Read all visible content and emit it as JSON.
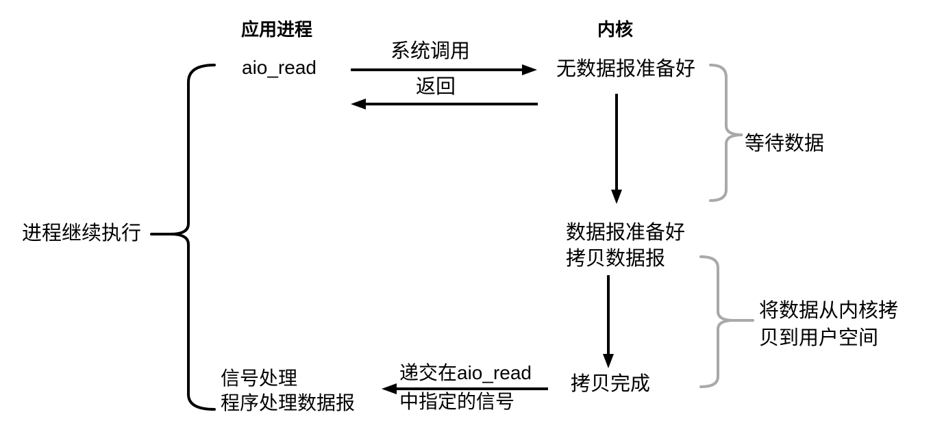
{
  "headers": {
    "app": "应用进程",
    "kernel": "内核"
  },
  "app_column": {
    "aio_read": "aio_read",
    "signal_line1": "信号处理",
    "signal_line2": "程序处理数据报",
    "continue_label": "进程继续执行"
  },
  "kernel_column": {
    "no_datagram": "无数据报准备好",
    "ready_line1": "数据报准备好",
    "ready_line2": "拷贝数据报",
    "copy_done": "拷贝完成"
  },
  "arrow_labels": {
    "syscall": "系统调用",
    "return": "返回",
    "deliver_line1": "递交在aio_read",
    "deliver_line2": "中指定的信号"
  },
  "annotations": {
    "wait_data": "等待数据",
    "copy_line1": "将数据从内核拷",
    "copy_line2": "贝到用户空间"
  },
  "colors": {
    "text": "#000000",
    "arrow": "#000000",
    "brace_gray": "#a9a9a9"
  }
}
